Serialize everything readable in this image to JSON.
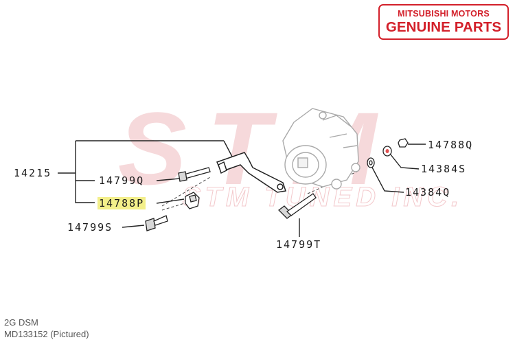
{
  "badge": {
    "line1": "MITSUBISHI MOTORS",
    "line2": "GENUINE PARTS",
    "color": "#d3202a"
  },
  "watermark": {
    "big_text": "STM",
    "small_text": "STM TUNED INC.",
    "color": "#f2d0d2"
  },
  "part_labels": {
    "p14215": "14215",
    "p14799Q": "14799Q",
    "p14788P": "14788P",
    "p14799S": "14799S",
    "p14799T": "14799T",
    "p14788Q": "14788Q",
    "p14384S": "14384S",
    "p14384Q": "14384Q"
  },
  "highlight_color": "#f3ef8a",
  "footer": {
    "line1": "2G DSM",
    "line2": "MD133152  (Pictured)"
  }
}
